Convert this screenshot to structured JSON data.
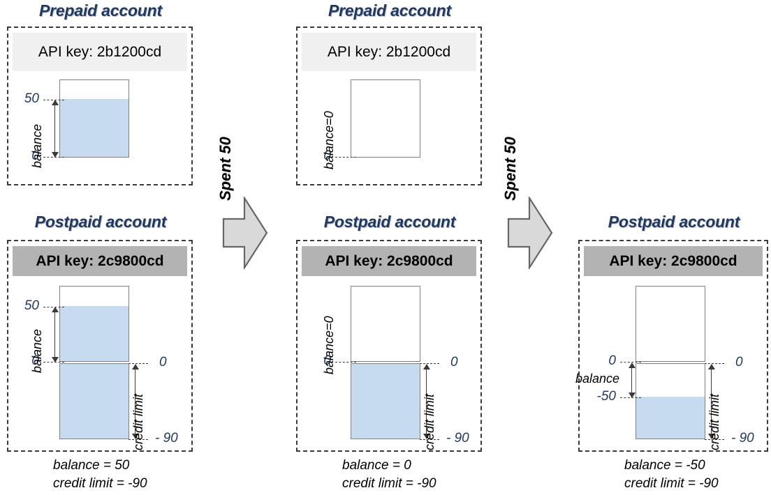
{
  "diagram": {
    "title_prepaid": "Prepaid account",
    "title_postpaid": "Postpaid account",
    "transition_label": "Spent 50",
    "colors": {
      "balance_fill": "#c6daf0",
      "title_text": "#1f3864",
      "prepaid_key_bg": "#f0f0f0",
      "postpaid_key_bg": "#b3b3b3",
      "arrow_fill": "#d9d9d9",
      "outline": "#808080"
    }
  },
  "columns": [
    {
      "id": "state-1",
      "prepaid": {
        "title": "Prepaid account",
        "api_key": "API key: 2b1200cd",
        "balance_dim_label": "balance",
        "top_tick": "50",
        "bottom_tick": "0",
        "balance_value": 50,
        "fill_top_value": 50
      },
      "postpaid": {
        "title": "Postpaid account",
        "api_key": "API key: 2c9800cd",
        "balance_dim_label": "balance",
        "credit_dim_label": "credit limit",
        "top_tick": "50",
        "zero_tick_left": "0",
        "zero_tick_right": "0",
        "limit_tick_right": "- 90",
        "balance_value": 50,
        "credit_limit_value": -90,
        "upper_fill_from": 0,
        "upper_fill_to": 50,
        "lower_filled": true
      },
      "caption": {
        "line1": "balance = 50",
        "line2": "credit limit = -90"
      }
    },
    {
      "id": "state-2",
      "prepaid": {
        "title": "Prepaid account",
        "api_key": "API key: 2b1200cd",
        "balance_dim_label": "balance=0",
        "top_tick": "",
        "bottom_tick": "0",
        "balance_value": 0,
        "fill_top_value": 0
      },
      "postpaid": {
        "title": "Postpaid account",
        "api_key": "API key: 2c9800cd",
        "balance_dim_label": "balance=0",
        "credit_dim_label": "credit limit",
        "top_tick": "",
        "zero_tick_left": "0",
        "zero_tick_right": "0",
        "limit_tick_right": "- 90",
        "balance_value": 0,
        "credit_limit_value": -90,
        "upper_fill_from": 0,
        "upper_fill_to": 0,
        "lower_filled": true
      },
      "caption": {
        "line1": "balance = 0",
        "line2": "credit limit = -90"
      }
    },
    {
      "id": "state-3",
      "prepaid": null,
      "postpaid": {
        "title": "Postpaid account",
        "api_key": "API key: 2c9800cd",
        "balance_dim_label": "balance",
        "credit_dim_label": "credit limit",
        "zero_tick_left": "0",
        "zero_tick_right": "0",
        "balance_tick_left": "-50",
        "limit_tick_right": "- 90",
        "balance_value": -50,
        "credit_limit_value": -90,
        "lower_fill_from": -90,
        "lower_fill_to": -50
      },
      "caption": {
        "line1": "balance = -50",
        "line2": "credit limit = -90"
      }
    }
  ],
  "transitions": [
    {
      "id": "spent-1",
      "label": "Spent 50"
    },
    {
      "id": "spent-2",
      "label": "Spent 50"
    }
  ]
}
